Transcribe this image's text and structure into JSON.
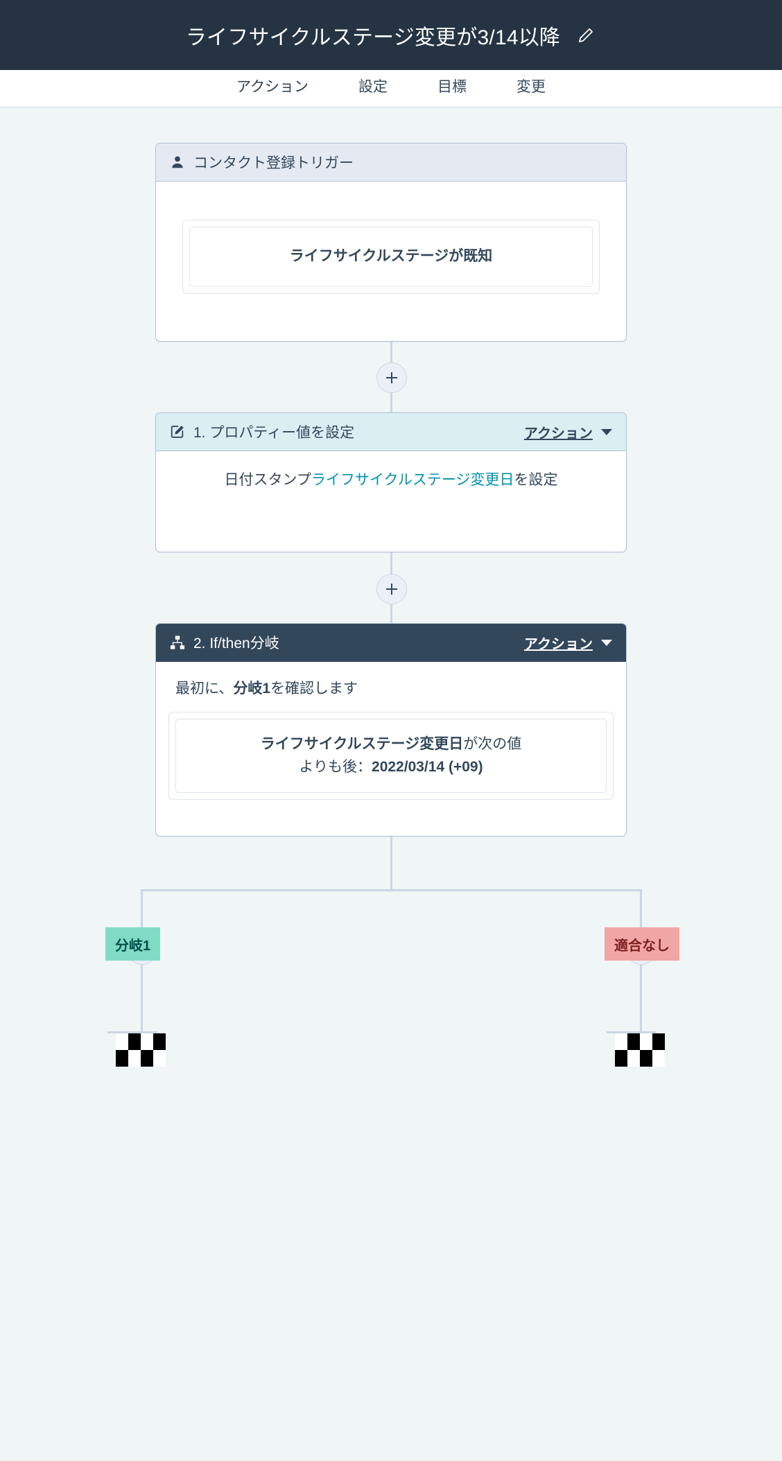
{
  "header": {
    "title": "ライフサイクルステージ変更が3/14以降",
    "edit_icon": "pencil-icon"
  },
  "tabs": [
    {
      "label": "アクション",
      "active": true
    },
    {
      "label": "設定",
      "active": false
    },
    {
      "label": "目標",
      "active": false
    },
    {
      "label": "変更",
      "active": false
    }
  ],
  "workflow": {
    "trigger": {
      "icon": "contact-person-icon",
      "title": "コンタクト登録トリガー",
      "condition": "ライフサイクルステージが既知"
    },
    "step1": {
      "icon": "edit-square-icon",
      "title": "1. プロパティー値を設定",
      "menu_label": "アクション",
      "menu_caret": "chevron-down-icon",
      "body_prefix": "日付スタンプ",
      "body_property": "ライフサイクルステージ変更日",
      "body_suffix": "を設定"
    },
    "step2": {
      "icon": "branch-tree-icon",
      "title": "2. If/then分岐",
      "menu_label": "アクション",
      "menu_caret": "chevron-down-icon",
      "intro_prefix": "最初に、",
      "intro_bold": "分岐1",
      "intro_suffix": "を確認します",
      "condition_line1_bold": "ライフサイクルステージ変更日",
      "condition_line1_rest": "が次の値",
      "condition_line2_rest": "よりも後：",
      "condition_line2_bold": "2022/03/14 (+09)"
    },
    "branches": [
      {
        "label": "分岐1",
        "type": "yes",
        "end_icon": "checkered-flag-icon"
      },
      {
        "label": "適合なし",
        "type": "no",
        "end_icon": "checkered-flag-icon"
      }
    ],
    "add_buttons": [
      {
        "name": "add-step-after-trigger"
      },
      {
        "name": "add-step-after-step1"
      },
      {
        "name": "add-step-branch-yes"
      },
      {
        "name": "add-step-branch-no"
      }
    ]
  },
  "colors": {
    "topbar_bg": "#253342",
    "canvas_bg": "#f0f5f6",
    "trigger_head": "#e5eaf2",
    "action_head": "#d9eff2",
    "branch_head": "#33475b",
    "branch_yes": "#7fdbc4",
    "branch_no": "#f2a5a5",
    "link": "#0091ae",
    "connector": "#cbd6e2"
  }
}
